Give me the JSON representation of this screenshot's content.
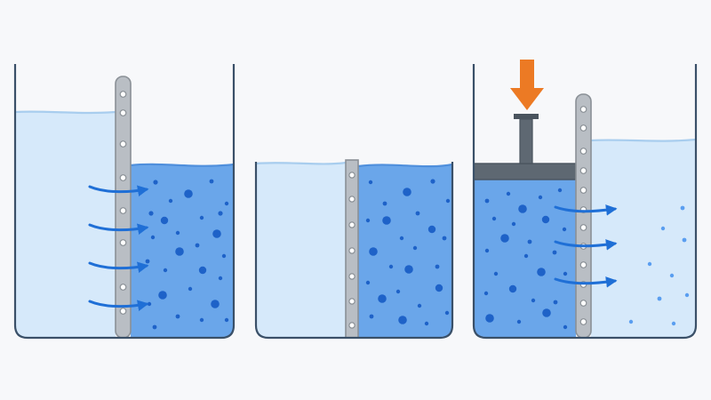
{
  "diagram": {
    "panels": [
      {
        "id": "osmosis",
        "stage": "flow-toward-concentrated"
      },
      {
        "id": "equilibrium",
        "stage": "levels-differ"
      },
      {
        "id": "reverse-osmosis",
        "stage": "pressure-applied"
      }
    ],
    "elements": {
      "membrane": "semipermeable-membrane",
      "solute": "solute-particles",
      "arrow_flow": "water-flow-arrows",
      "arrow_pressure": "applied-pressure-arrow",
      "piston": "piston"
    },
    "colors": {
      "background": "#f7f8fa",
      "container_stroke": "#3a5068",
      "pure_water": "#d6e9fa",
      "salt_water": "#6aa6ea",
      "surface_line_light": "#a8cdee",
      "surface_line_dark": "#4f8fdc",
      "solute_dot": "#1e62c8",
      "flow_arrow": "#1f6fd6",
      "membrane_fill": "#b9bec4",
      "membrane_stroke": "#8a9096",
      "pore_dot": "#ffffff",
      "pressure_arrow": "#ec7a24",
      "piston_fill": "#5e6872",
      "piston_dark": "#4a545e"
    }
  }
}
